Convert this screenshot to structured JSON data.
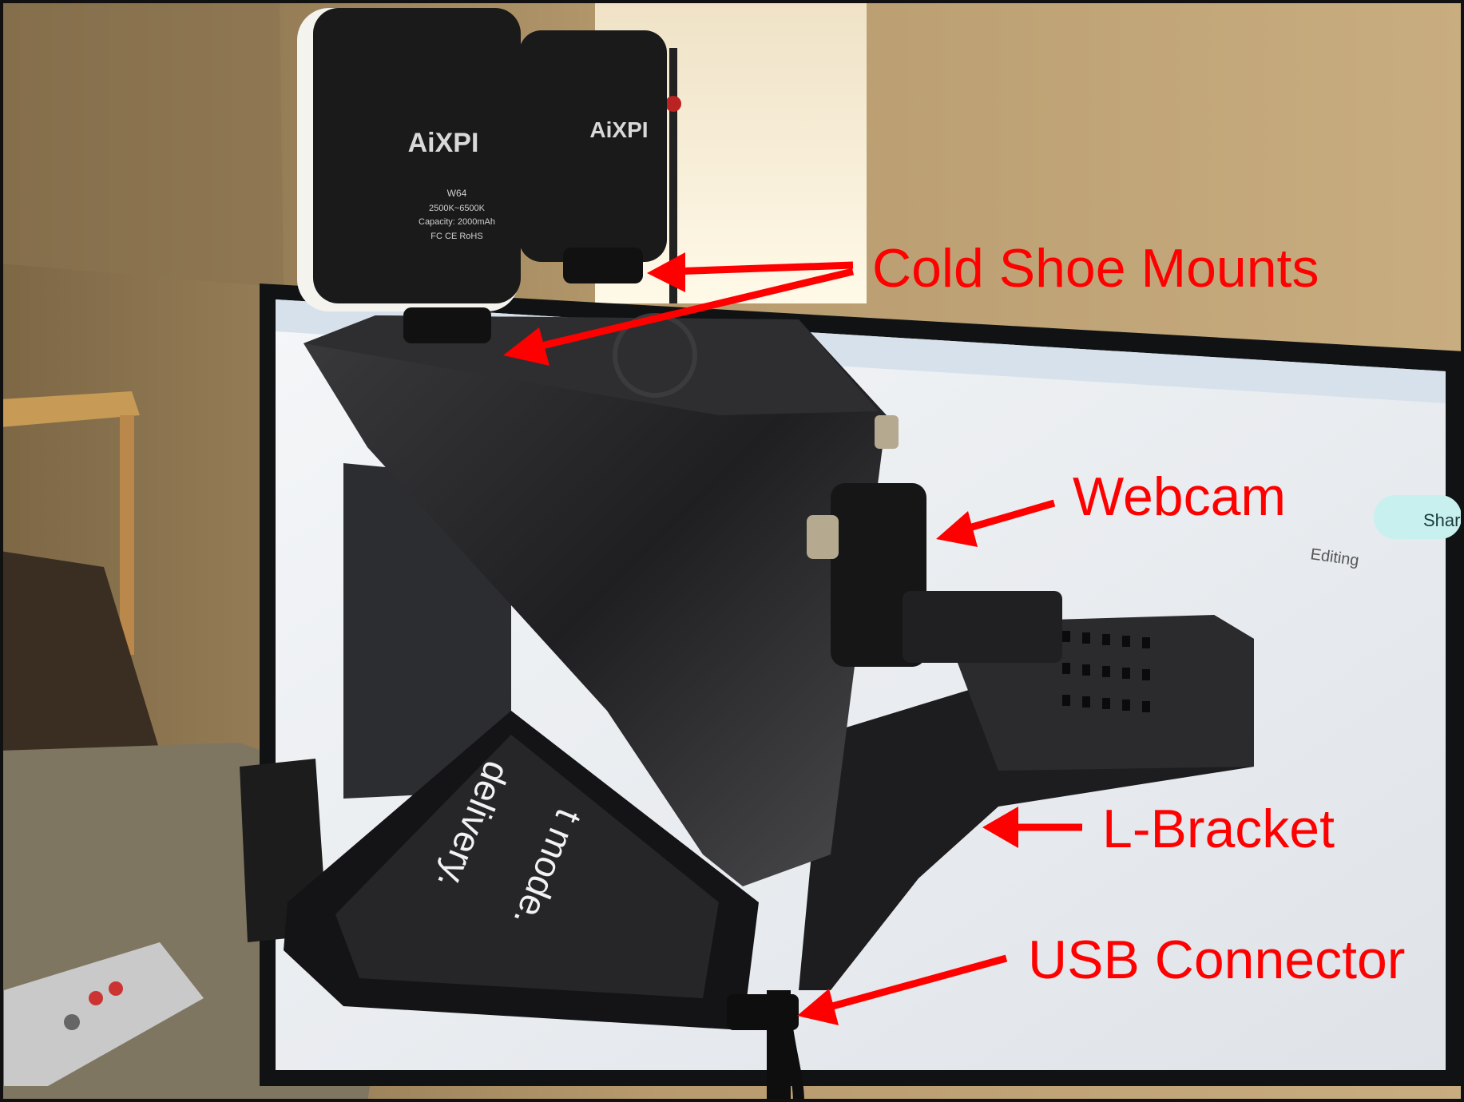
{
  "brand": {
    "light_logo": "AiXPI",
    "light_model": "W64",
    "light_spec_temp": "2500K~6500K",
    "light_spec_capacity": "Capacity: 2000mAh",
    "light_spec_certs": "FC CE RoHS"
  },
  "callouts": {
    "cold_shoe": "Cold Shoe Mounts",
    "webcam": "Webcam",
    "l_bracket": "L-Bracket",
    "usb": "USB Connector"
  },
  "screen_text": {
    "line1": "delivery.",
    "line2": "t mode."
  },
  "monitor_text": {
    "share": "Shar",
    "editing": "Editing"
  },
  "colors": {
    "annotation": "#ff0000",
    "frame": "#111111"
  }
}
